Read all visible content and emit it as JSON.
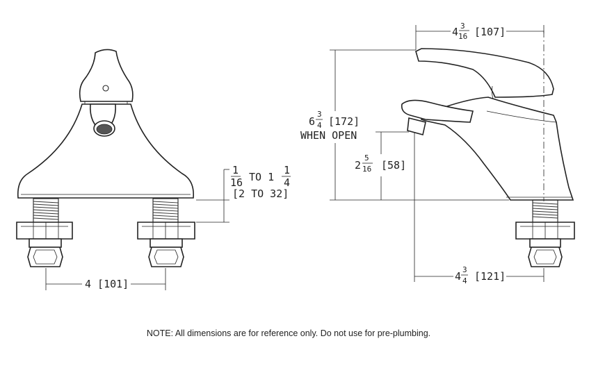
{
  "dimensions": {
    "shank_spacing": "4 [101]",
    "deck_thickness": {
      "num1": "1",
      "den1": "16",
      "to": "TO 1",
      "num2": "1",
      "den2": "4",
      "metric": "[2 TO 32]"
    },
    "spout_reach": {
      "whole": "4",
      "num": "3",
      "den": "16",
      "metric": "[107]"
    },
    "height_open": {
      "whole": "6",
      "num": "3",
      "den": "4",
      "metric": "[172]",
      "caption": "WHEN OPEN"
    },
    "spout_height": {
      "whole": "2",
      "num": "5",
      "den": "16",
      "metric": "[58]"
    },
    "base_depth": {
      "whole": "4",
      "num": "3",
      "den": "4",
      "metric": "[121]"
    }
  },
  "note": "NOTE: All dimensions are for reference only. Do not use for pre-plumbing."
}
